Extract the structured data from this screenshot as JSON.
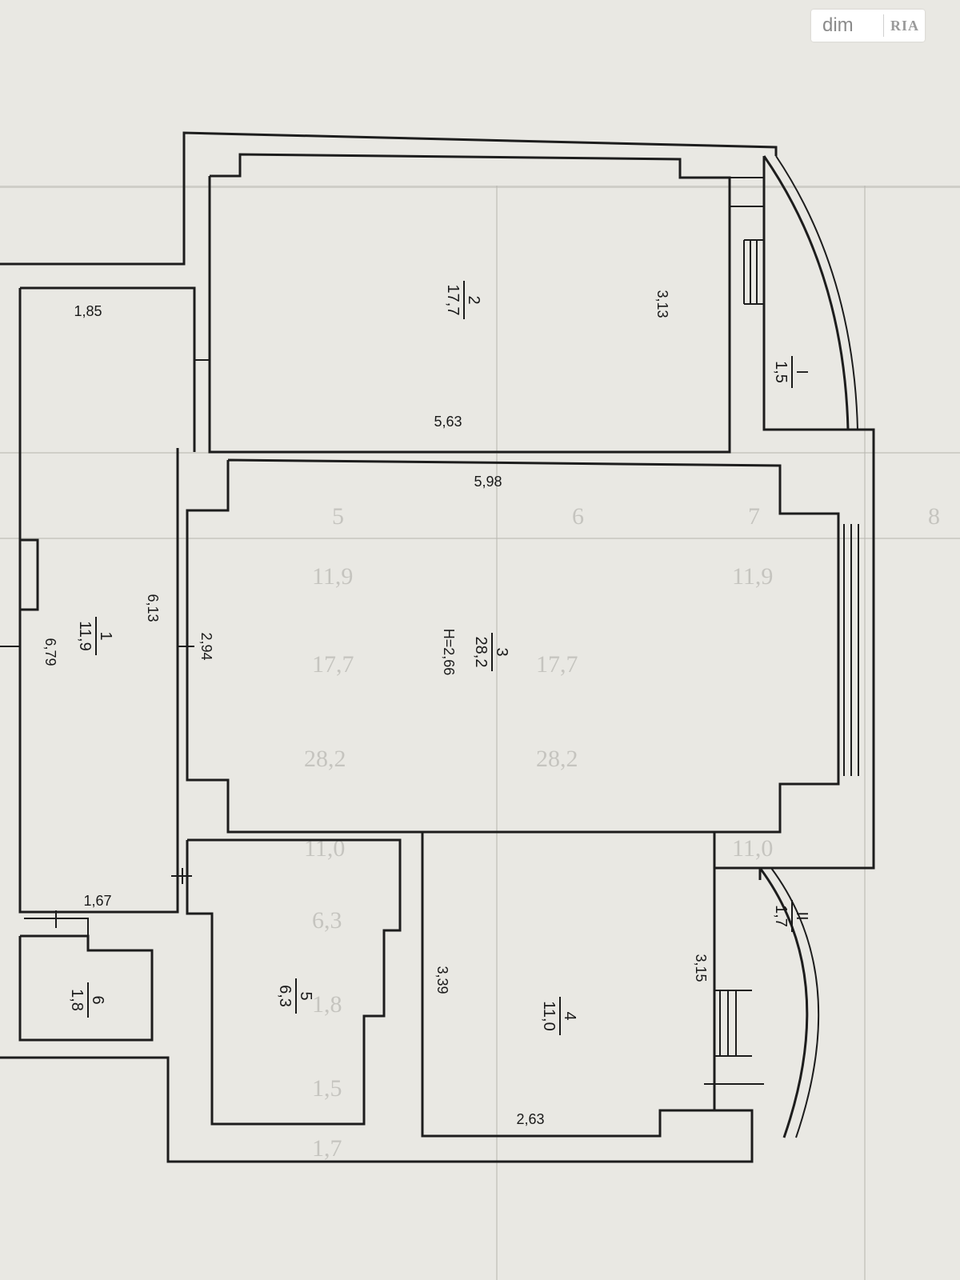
{
  "watermark": {
    "brand_left": "dim",
    "brand_right": "RIA"
  },
  "rooms": [
    {
      "id": "1",
      "area": "11,9"
    },
    {
      "id": "2",
      "area": "17,7"
    },
    {
      "id": "3",
      "area": "28,2",
      "height_note": "H=2,66"
    },
    {
      "id": "4",
      "area": "11,0"
    },
    {
      "id": "5",
      "area": "6,3"
    },
    {
      "id": "6",
      "area": "1,8"
    },
    {
      "id": "I",
      "area": "1,5"
    },
    {
      "id": "II",
      "area": "1,7"
    }
  ],
  "dimensions": {
    "room1_width": "1,85",
    "room1_length": "6,79",
    "corridor_width": "1,67",
    "room2_width": "3,13",
    "room2_length": "5,63",
    "room3_length": "5,98",
    "room3_side": "6,13",
    "room3_width": "2,94",
    "room4_side": "3,39",
    "room4_width": "3,15",
    "room4_length": "2,63"
  },
  "background_table": {
    "col_numbers": [
      "5",
      "6",
      "7",
      "8"
    ],
    "values_col5": [
      "11,9",
      "17,7",
      "28,2",
      "11,0",
      "6,3",
      "1,8",
      "1,5",
      "1,7"
    ],
    "values_col6": [
      "17,7",
      "28,2"
    ],
    "values_col7": [
      "11,9",
      "11,0"
    ]
  }
}
